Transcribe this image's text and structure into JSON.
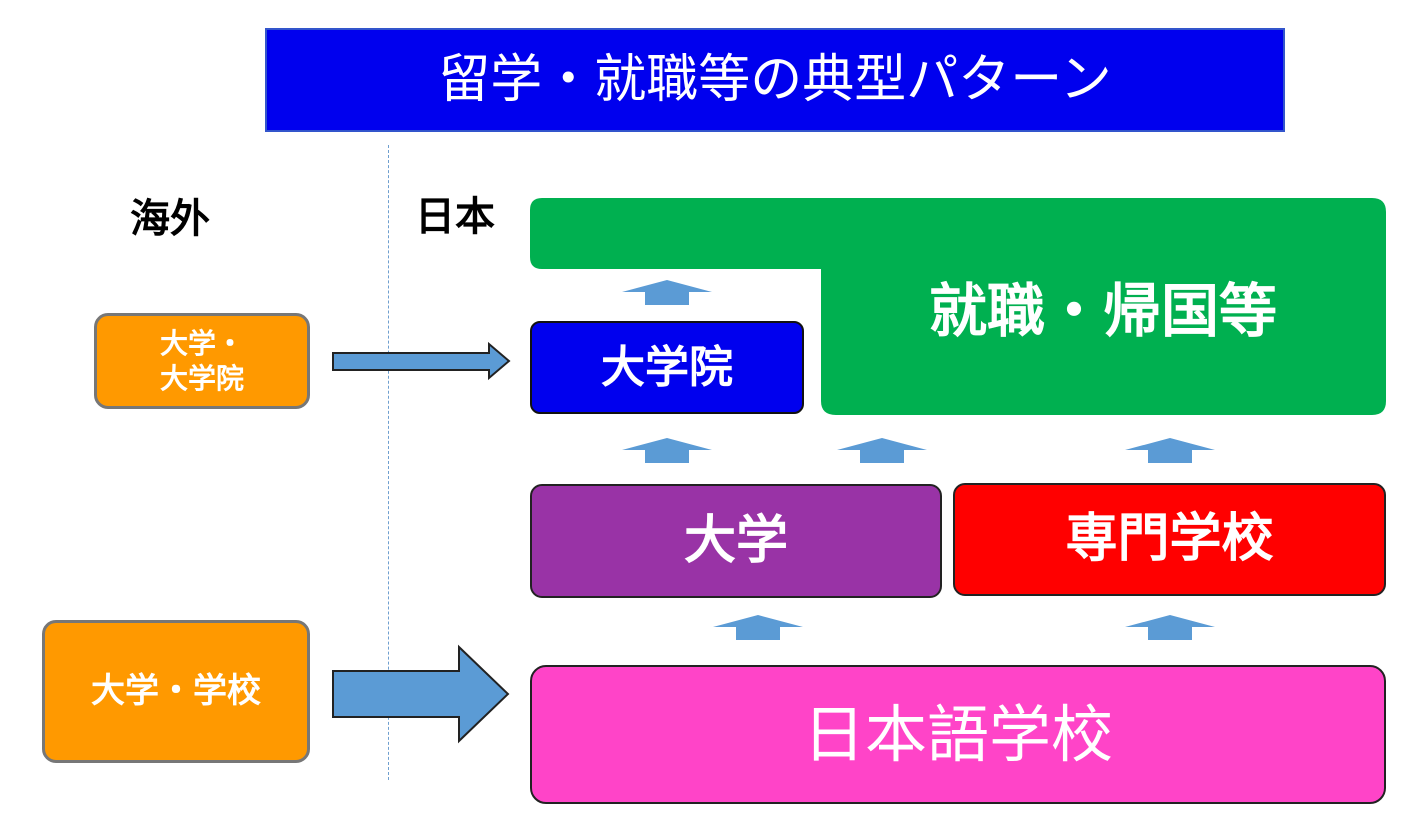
{
  "title": "留学・就職等の典型パターン",
  "regions": {
    "overseas": "海外",
    "japan": "日本"
  },
  "overseas_boxes": {
    "university_line1": "大学・",
    "university_line2": "大学院",
    "school": "大学・学校"
  },
  "japan_boxes": {
    "graduate_school": "大学院",
    "university": "大学",
    "vocational_school": "専門学校",
    "japanese_language_school": "日本語学校",
    "employment": "就職・帰国等"
  },
  "colors": {
    "title_bg": "#0000ee",
    "overseas_box": "#ff9900",
    "graduate_school": "#0000ee",
    "university": "#9933a6",
    "vocational_school": "#ff0000",
    "japanese_language_school": "#ff44c8",
    "employment": "#00b050",
    "arrow": "#5b9bd5"
  },
  "icons": {
    "up_arrow": "arrow-up-icon",
    "right_arrow": "arrow-right-icon"
  }
}
